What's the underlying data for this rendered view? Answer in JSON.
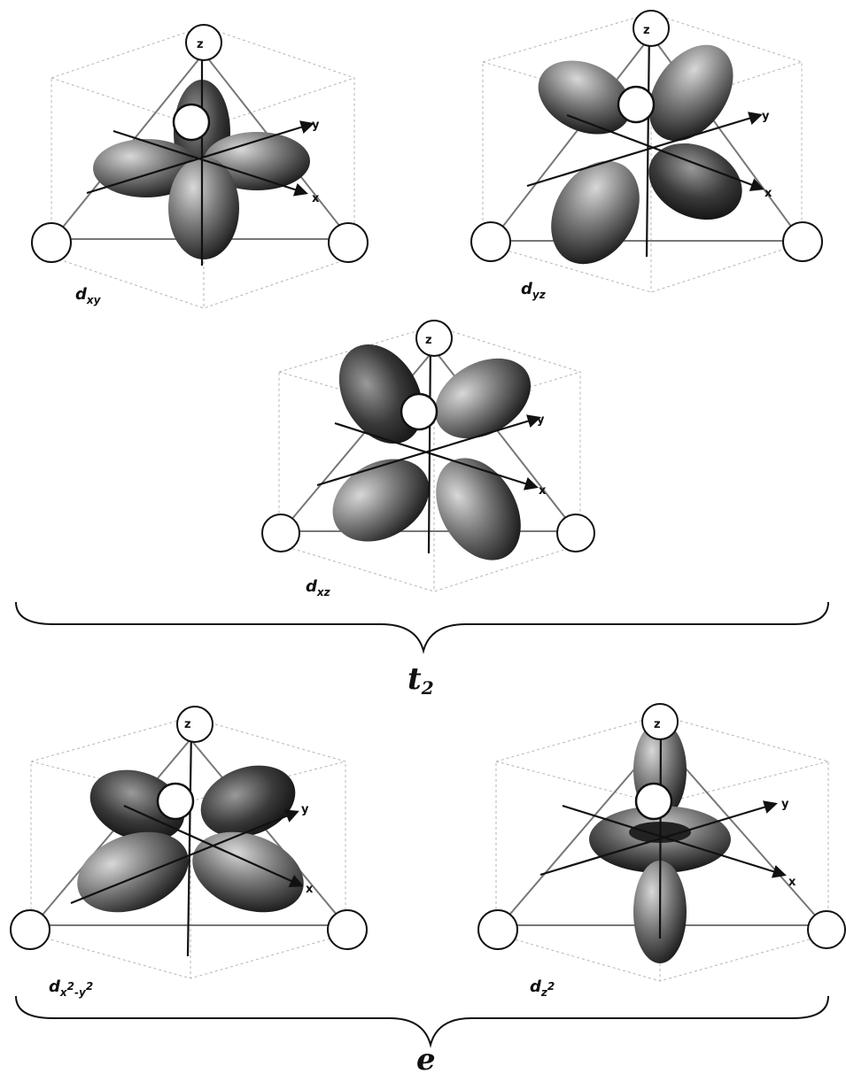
{
  "axes": {
    "x": "x",
    "y": "y",
    "z": "z"
  },
  "orbitals": {
    "dxy": {
      "base": "d",
      "sub": "xy"
    },
    "dyz": {
      "base": "d",
      "sub": "yz"
    },
    "dxz": {
      "base": "d",
      "sub": "xz"
    },
    "dx2y2": {
      "base": "d",
      "sub_x": "x",
      "sup_a": "2",
      "dash": "-",
      "sub_y": "y",
      "sup_b": "2"
    },
    "dz2": {
      "base": "d",
      "sub_z": "z",
      "sup": "2"
    }
  },
  "groups": {
    "t2": {
      "base": "t",
      "sub": "2"
    },
    "e": {
      "base": "e"
    }
  }
}
